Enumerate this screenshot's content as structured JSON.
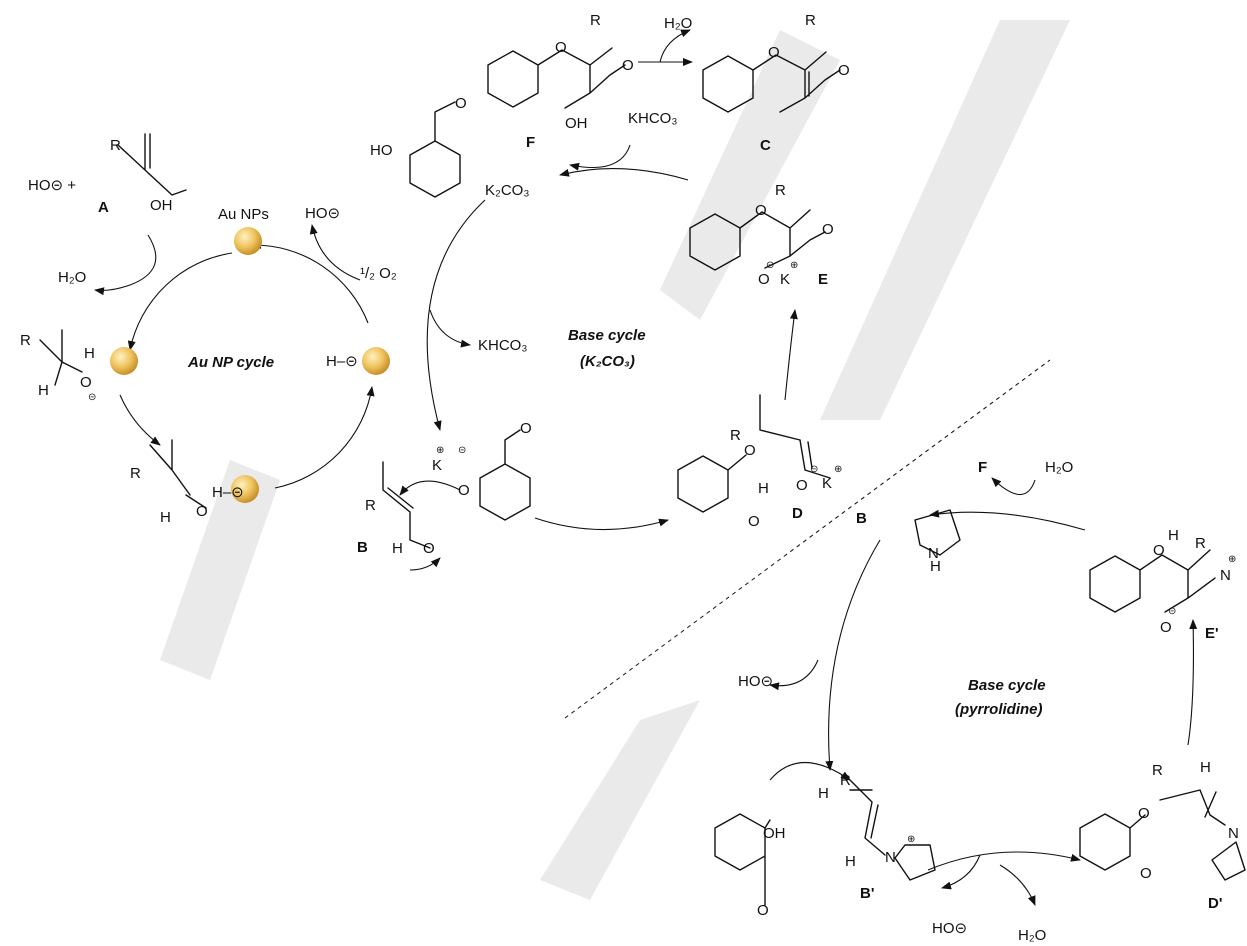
{
  "cycles": {
    "au": "Au NP cycle",
    "base_k2co3": [
      "Base cycle",
      "(K₂CO₃)"
    ],
    "base_pyrrolidine": [
      "Base cycle",
      "(pyrrolidine)"
    ]
  },
  "compound_labels": {
    "A": "A",
    "B": "B",
    "C": "C",
    "D": "D",
    "E": "E",
    "F": "F",
    "B_prime": "B'",
    "D_prime": "D'",
    "E_prime": "E'"
  },
  "reagents": {
    "au_nps": "Au NPs",
    "half_o2": "¹/₂ O₂",
    "hydroxide": "HO⊝",
    "hydroxide_plus": "HO⊝ +",
    "water": "H₂O",
    "khco3": "KHCO₃",
    "k2co3": "K₂CO₃",
    "hydride": "H–⊝"
  },
  "atoms": {
    "R": "R",
    "O": "O",
    "H": "H",
    "N": "N",
    "NH": "N",
    "OH": "OH",
    "HO": "HO",
    "K": "K",
    "plus": "⊕",
    "minus": "⊝"
  }
}
